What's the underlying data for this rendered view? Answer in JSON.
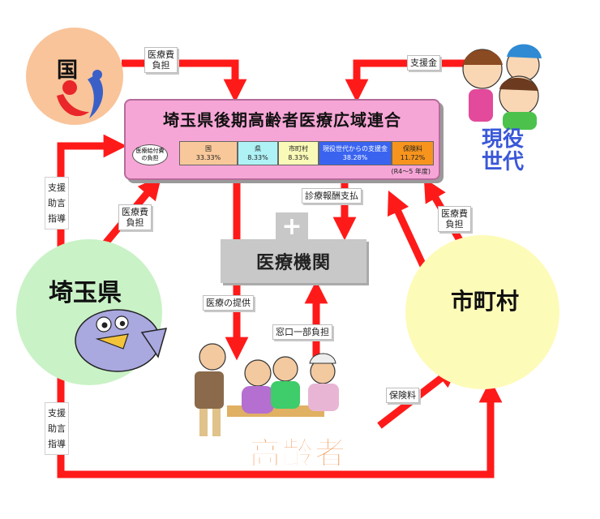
{
  "nodes": {
    "kuni": "国",
    "prefecture": "埼玉県",
    "municipality": "市町村",
    "working_generation": "現役\n世代",
    "elderly": "高齢者",
    "medical_institution": "医療機関",
    "medical_plus": "+"
  },
  "union": {
    "title": "埼玉県後期高齢者医療広域連合",
    "burden_label": "医療給付費の負担",
    "fiscal_year": "(R4～5 年度)",
    "segments": [
      {
        "name": "国",
        "pct": "33.33%",
        "color": "#f9c89a"
      },
      {
        "name": "県",
        "pct": "8.33%",
        "color": "#aef2f6"
      },
      {
        "name": "市町村",
        "pct": "8.33%",
        "color": "#fafab8"
      },
      {
        "name": "現役世代からの支援金",
        "pct": "38.28%",
        "color": "#3a64f0"
      },
      {
        "name": "保険料",
        "pct": "11.72%",
        "color": "#f7941d"
      }
    ]
  },
  "labels": {
    "kuni_burden": "医療費\n負担",
    "support_money": "支援金",
    "pref_support_top": "支援\n助言\n指導",
    "pref_burden": "医療費\n負担",
    "medical_fee_payment": "診療報酬支払",
    "muni_burden": "医療費\n負担",
    "medical_provision": "医療の提供",
    "copayment": "窓口一部負担",
    "insurance_premium": "保険料",
    "pref_support_bottom": "支援\n助言\n指導"
  }
}
